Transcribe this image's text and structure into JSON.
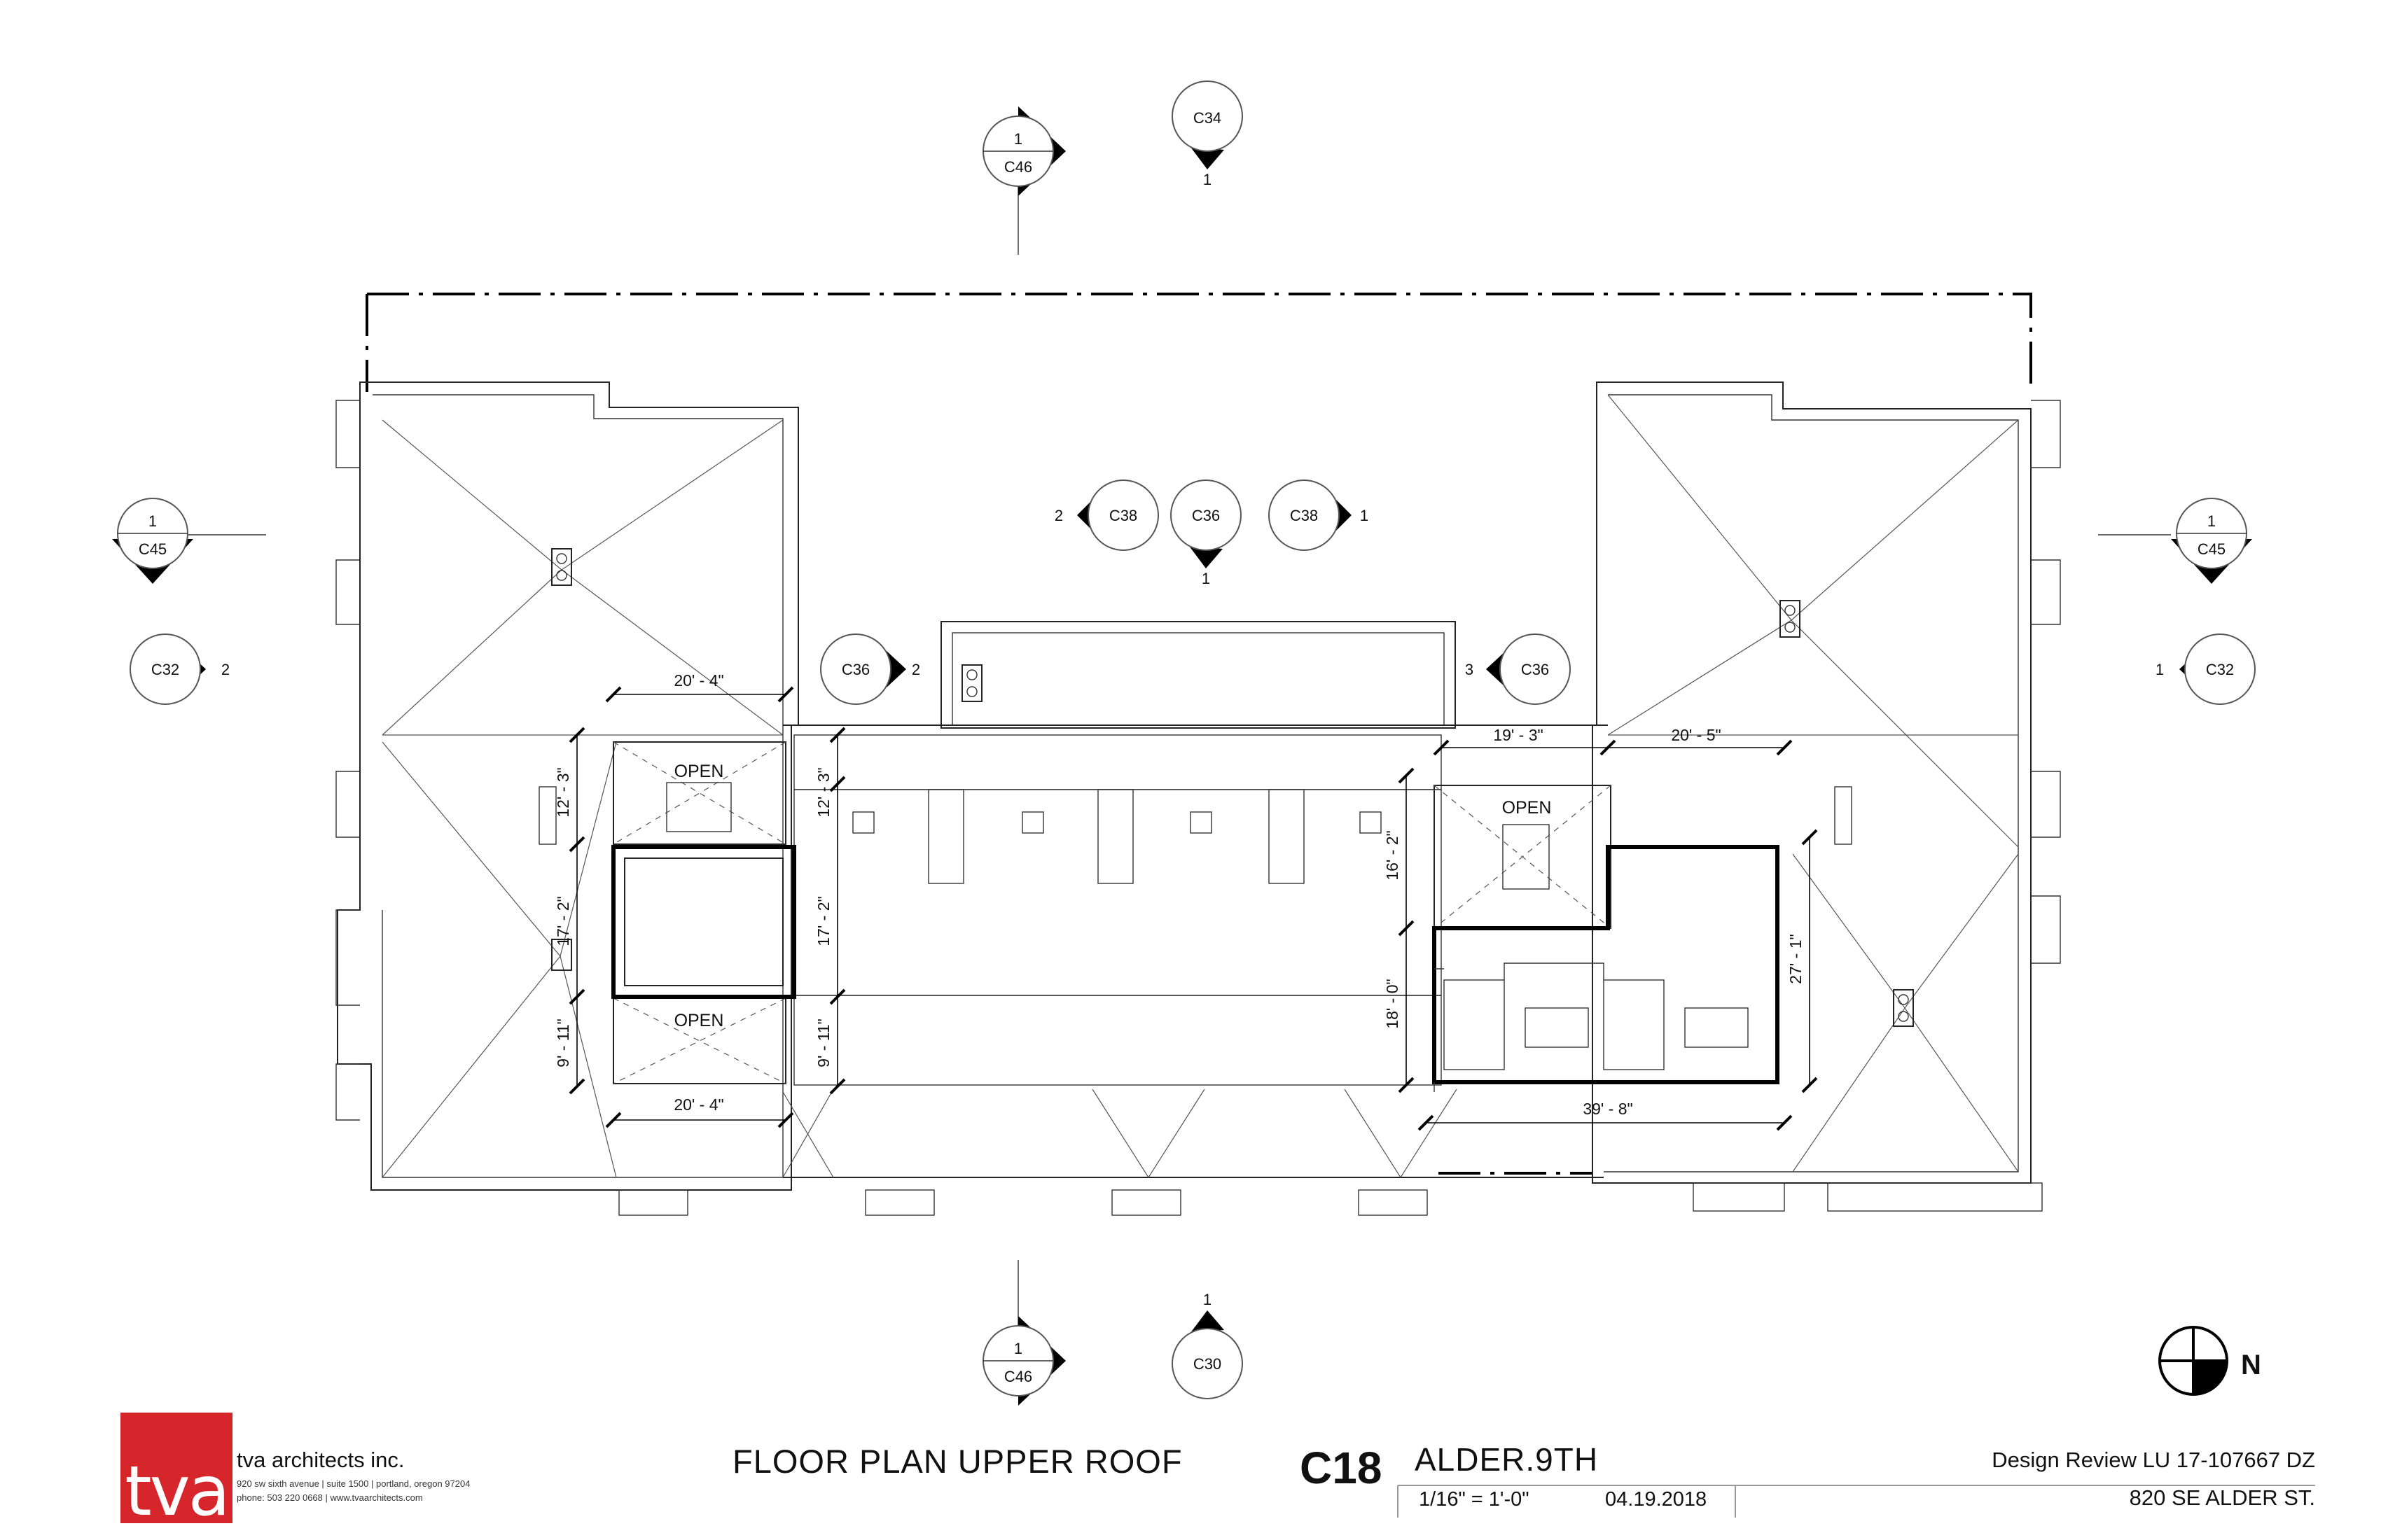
{
  "firm": {
    "logo_text": "tva",
    "name": "tva architects inc.",
    "address_line": "920 sw sixth avenue | suite 1500 | portland, oregon 97204",
    "phone_line": "phone: 503 220 0668 | www.tvaarchitects.com",
    "brand_color": "#d6262b"
  },
  "sheet": {
    "title": "FLOOR PLAN UPPER ROOF",
    "number": "C18",
    "project": "ALDER.9TH",
    "scale": "1/16\" = 1'-0\"",
    "date": "04.19.2018",
    "review": "Design Review LU 17-107667 DZ",
    "address": "820 SE ALDER ST."
  },
  "north_arrow": {
    "label": "N",
    "icon": "north-arrow-icon"
  },
  "section_markers": {
    "c46_top": {
      "number": "1",
      "sheet": "C46"
    },
    "c34": {
      "sheet": "C34",
      "number": "1"
    },
    "c45_left": {
      "number": "1",
      "sheet": "C45"
    },
    "c45_right": {
      "number": "1",
      "sheet": "C45"
    },
    "c32_left": {
      "sheet": "C32",
      "number": "2"
    },
    "c32_right": {
      "sheet": "C32",
      "number": "1"
    },
    "c38_left": {
      "sheet": "C38",
      "number": "2"
    },
    "c36_center": {
      "sheet": "C36",
      "number": "1"
    },
    "c38_right": {
      "sheet": "C38",
      "number": "1"
    },
    "c36_left": {
      "sheet": "C36",
      "number": "2"
    },
    "c36_right": {
      "sheet": "C36",
      "number": "3"
    },
    "c46_bottom": {
      "number": "1",
      "sheet": "C46"
    },
    "c30": {
      "sheet": "C30",
      "number": "1"
    }
  },
  "dimensions": {
    "top_left_width": "20' - 4\"",
    "bottom_left_width": "20' - 4\"",
    "left_upper": "12' - 3\"",
    "left_middle": "17' - 2\"",
    "left_lower": "9' - 11\"",
    "court_upper": "12' - 3\"",
    "court_middle": "17' - 2\"",
    "court_lower": "9' - 11\"",
    "right_top_a": "19' - 3\"",
    "right_top_b": "20' - 5\"",
    "right_upper": "16' - 2\"",
    "right_lower": "18' - 0\"",
    "right_height": "27' - 1\"",
    "right_bottom_width": "39' - 8\""
  },
  "labels": {
    "open_top_left": "OPEN",
    "open_bottom_left": "OPEN",
    "open_right": "OPEN"
  }
}
